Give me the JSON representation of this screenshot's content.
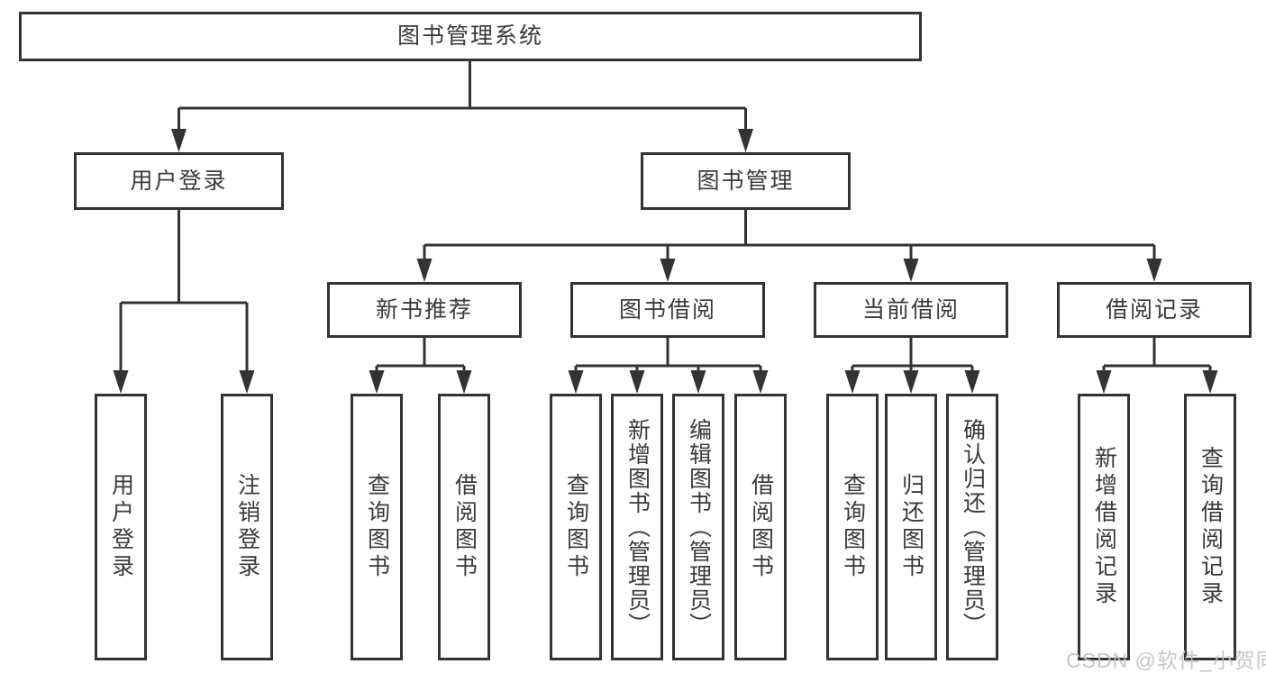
{
  "diagram": {
    "root": {
      "label": "图书管理系统"
    },
    "branches": [
      {
        "label": "用户登录",
        "children": [
          {
            "label": "用户登录"
          },
          {
            "label": "注销登录"
          }
        ]
      },
      {
        "label": "图书管理",
        "children": [
          {
            "label": "新书推荐",
            "children": [
              {
                "label": "查询图书"
              },
              {
                "label": "借阅图书"
              }
            ]
          },
          {
            "label": "图书借阅",
            "children": [
              {
                "label": "查询图书"
              },
              {
                "label": "新增图书（管理员）"
              },
              {
                "label": "编辑图书（管理员）"
              },
              {
                "label": "借阅图书"
              }
            ]
          },
          {
            "label": "当前借阅",
            "children": [
              {
                "label": "查询图书"
              },
              {
                "label": "归还图书"
              },
              {
                "label": "确认归还（管理员）"
              }
            ]
          },
          {
            "label": "借阅记录",
            "children": [
              {
                "label": "新增借阅记录"
              },
              {
                "label": "查询借阅记录"
              }
            ]
          }
        ]
      }
    ]
  },
  "watermark": {
    "text": "CSDN @软件_小贺同学"
  },
  "colors": {
    "background": "#ffffff",
    "line": "#333333",
    "box_border": "#333333",
    "text": "#3a3a3a",
    "watermark": "#c1c1c4"
  }
}
